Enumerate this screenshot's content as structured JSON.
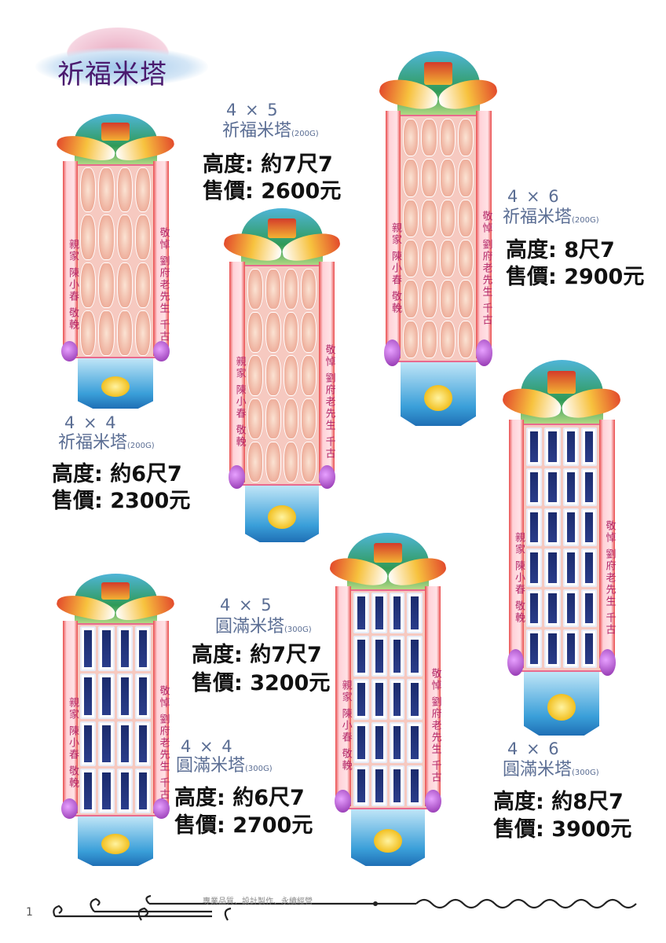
{
  "page_title": "祈福米塔",
  "banner_left": "親家 陳小春 敬輓",
  "banner_right": "敬悼 劉府老先生 千古",
  "products": [
    {
      "id": "qifu-4x4",
      "size": "4 × 4",
      "name": "祈福米塔",
      "weight": "(200G)",
      "height": "高度: 約6尺7",
      "price": "售價: 2300元",
      "cols": 4,
      "rows": 4,
      "style": "pink"
    },
    {
      "id": "qifu-4x5",
      "size": "4 × 5",
      "name": "祈福米塔",
      "weight": "(200G)",
      "height": "高度: 約7尺7",
      "price": "售價: 2600元",
      "cols": 4,
      "rows": 5,
      "style": "pink"
    },
    {
      "id": "qifu-4x6",
      "size": "4 × 6",
      "name": "祈福米塔",
      "weight": "(200G)",
      "height": "高度: 8尺7",
      "price": "售價: 2900元",
      "cols": 4,
      "rows": 6,
      "style": "pink"
    },
    {
      "id": "yuanman-4x6",
      "size": "4 × 6",
      "name": "圓滿米塔",
      "weight": "(300G)",
      "height": "高度: 約8尺7",
      "price": "售價: 3900元",
      "cols": 4,
      "rows": 6,
      "style": "blue"
    },
    {
      "id": "yuanman-4x5",
      "size": "4 × 5",
      "name": "圓滿米塔",
      "weight": "(300G)",
      "height": "高度: 約7尺7",
      "price": "售價: 3200元",
      "cols": 4,
      "rows": 5,
      "style": "blue"
    },
    {
      "id": "yuanman-4x4",
      "size": "4 × 4",
      "name": "圓滿米塔",
      "weight": "(300G)",
      "height": "高度: 約6尺7",
      "price": "售價: 2700元",
      "cols": 4,
      "rows": 4,
      "style": "blue"
    }
  ],
  "footer": {
    "page_number": "1",
    "slogan": "專業品質、設計製作、永續經營"
  }
}
